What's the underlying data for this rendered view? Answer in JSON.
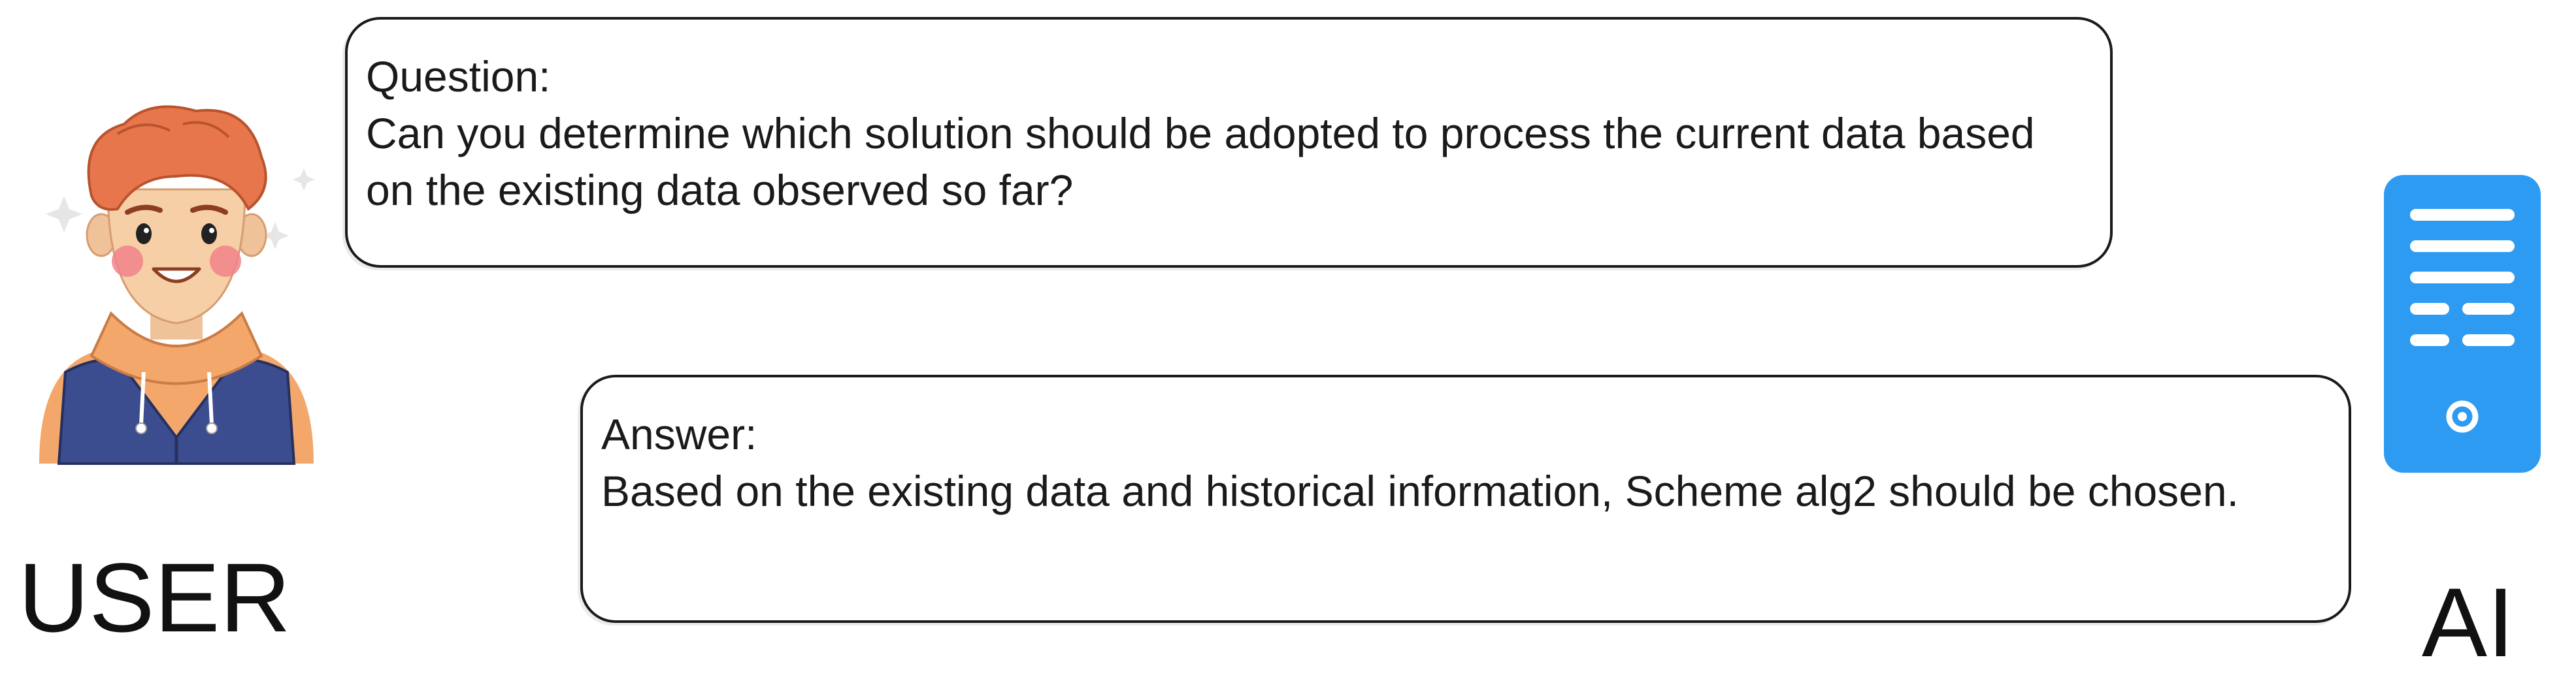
{
  "question": {
    "heading": "Question:",
    "text": "Can you determine which solution should be adopted to process the current data based on the existing data observed so far?"
  },
  "answer": {
    "heading": "Answer:",
    "text": "Based on the existing data and historical information, Scheme alg2 should be chosen."
  },
  "user_label": "USER",
  "ai_label": "AI",
  "icons": {
    "user": "user-avatar-icon",
    "ai": "server-device-icon"
  },
  "colors": {
    "ai_device": "#2e9bf2",
    "user_hair": "#e8764c",
    "user_vest": "#3b4c8f",
    "user_hoodie": "#f3a76b"
  }
}
